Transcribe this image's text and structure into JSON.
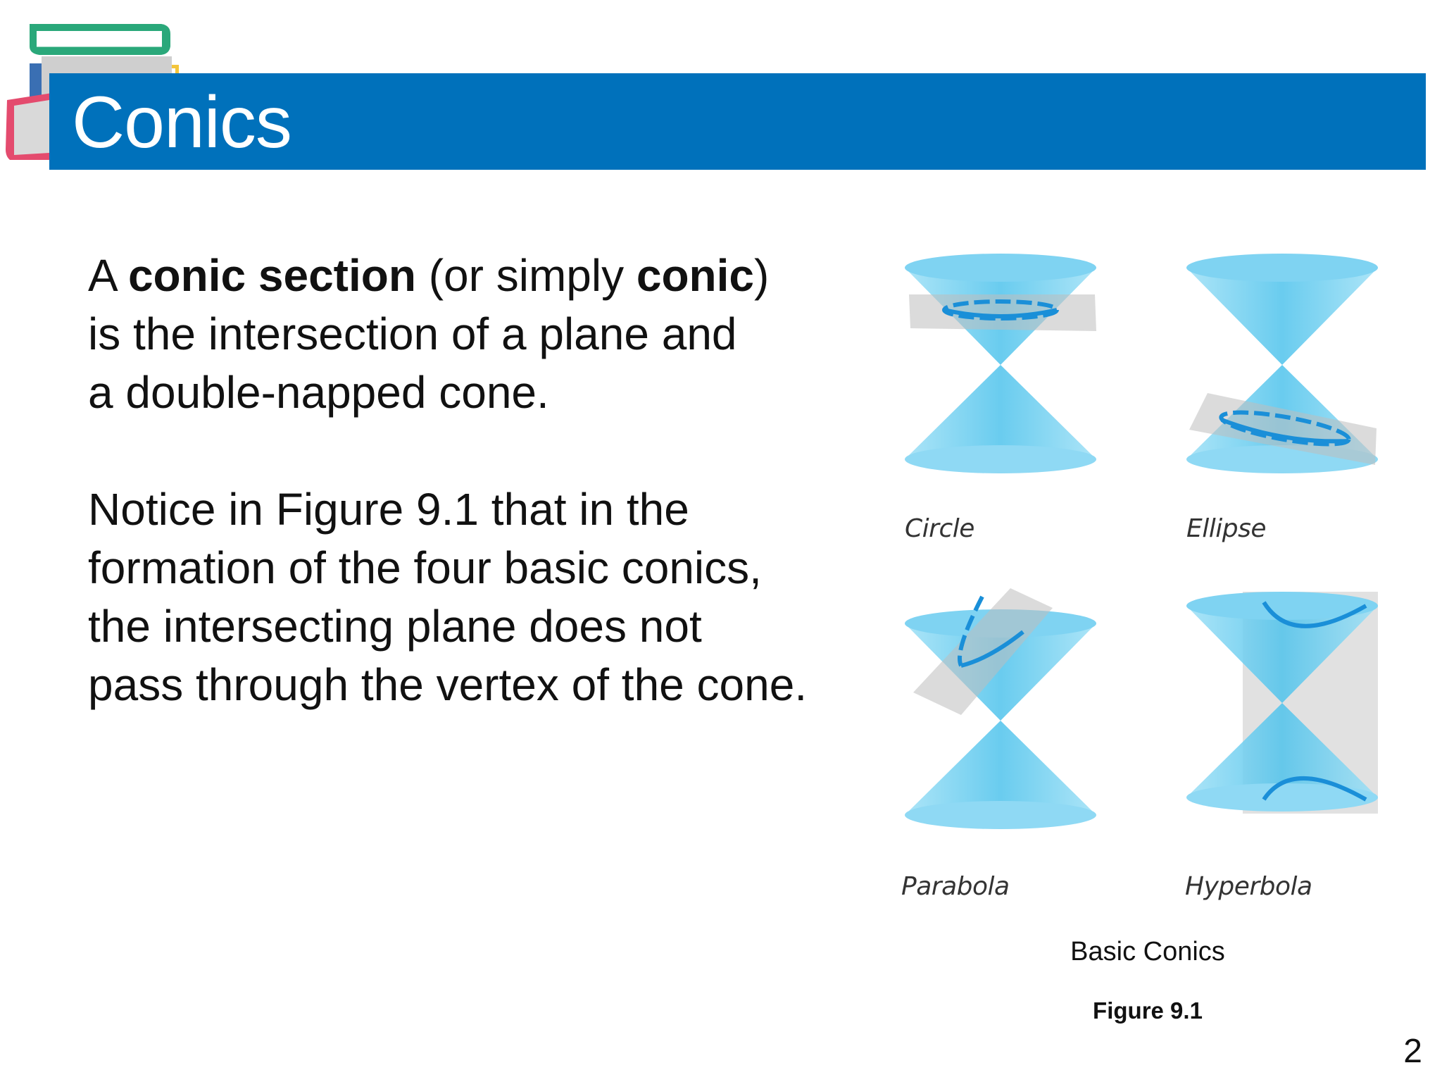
{
  "slide": {
    "title": "Conics",
    "paragraph1": {
      "lead": "A ",
      "term1": "conic section",
      "mid": " (or simply ",
      "term2": "conic",
      "close": ")",
      "line2": "is the intersection of a plane and",
      "line3": "a double-napped cone."
    },
    "paragraph2": {
      "line1": "Notice in Figure 9.1 that in the",
      "line2": "formation of the four basic conics,",
      "line3": "the intersecting plane does not",
      "line4": "pass through the vertex of the cone."
    },
    "figure": {
      "labels": {
        "circle": "Circle",
        "ellipse": "Ellipse",
        "parabola": "Parabola",
        "hyperbola": "Hyperbola"
      },
      "caption": "Basic Conics",
      "number": "Figure 9.1"
    },
    "page_number": "2"
  },
  "colors": {
    "title_bar": "#0071bb",
    "cone": "#4fc3ec",
    "curve": "#1a8fd8",
    "plane": "#c8c8c8"
  },
  "icons": [
    "books-icon"
  ]
}
